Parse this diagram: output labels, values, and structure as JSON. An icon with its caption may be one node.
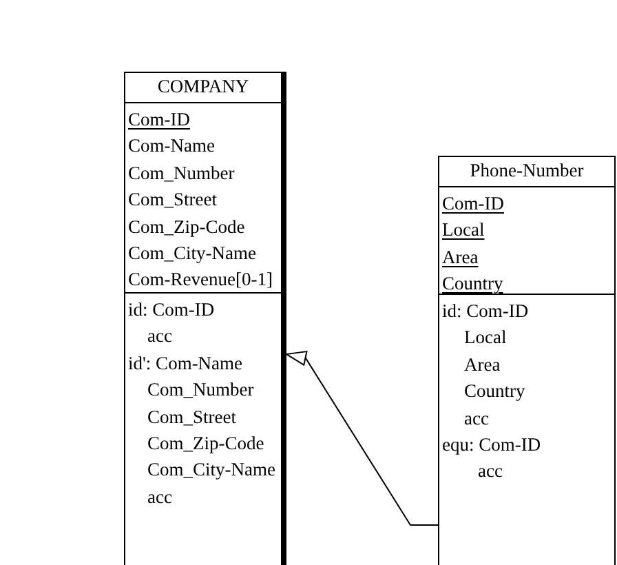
{
  "diagram": {
    "nodes": [
      {
        "text": [
          "COMPANY"
        ]
      },
      {
        "text": [
          "Com-ID",
          "Com-Name",
          "Com_Number",
          "Com_Street",
          "Com_Zip-Code",
          "Com_City-Name",
          "Com-Revenue[0-1]"
        ],
        "in": 0
      },
      {
        "text": [
          "id: Com-ID",
          "acc",
          "id': Com-Name",
          "Com_Number",
          "Com_Street",
          "Com_Zip-Code",
          "Com_City-Name",
          "acc"
        ],
        "in": 0
      },
      {
        "text": [
          "Phone-Number"
        ]
      },
      {
        "text": [
          "Com-ID",
          "Local",
          "Area",
          "Country"
        ],
        "in": 3
      },
      {
        "text": [
          "id: Com-ID",
          "Local",
          "Area",
          "Country",
          "acc",
          "equ: Com-ID",
          "acc"
        ],
        "in": 3
      }
    ],
    "edges": [
      {
        "from": 5,
        "to": 2,
        "arrow": "to"
      }
    ]
  }
}
